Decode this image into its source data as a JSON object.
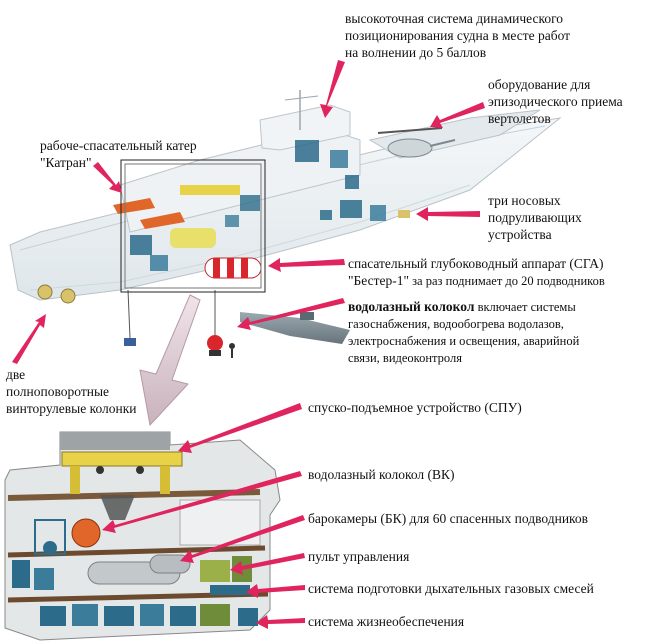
{
  "labels": {
    "dynamic_positioning": [
      "высокоточная система динамического",
      "позиционирования судна в месте работ",
      "на волнении до 5 баллов"
    ],
    "helicopter": [
      "оборудование для",
      "эпизодического приема",
      "вертолетов"
    ],
    "rescue_boat": [
      "рабоче-спасательный катер",
      "\"Катран\""
    ],
    "bow_thrusters": [
      "три носовых",
      "подруливающих",
      "устройства"
    ],
    "submersible_line1": "спасательный глубоководный аппарат (СГА)",
    "submersible_name": "\"Бестер-1\"",
    "submersible_rest": " за раз поднимает до 20 подводников",
    "diving_bell_title": "водолазный колокол",
    "diving_bell_rest": " включает системы",
    "diving_bell_lines": [
      "газоснабжения, водообогрева водолазов,",
      "электроснабжения и освещения, аварийной",
      "связи, видеоконтроля"
    ],
    "azimuth_thrusters": [
      "две",
      "полноповоротные",
      "винторулевые колонки"
    ],
    "launch_device": "спуско-подъемное устройство (СПУ)",
    "bell_vk": "водолазный колокол (ВК)",
    "pressure_chambers": "барокамеры (БК) для 60 спасенных подводников",
    "control_panel": "пульт управления",
    "gas_mix_system": "система подготовки дыхательных газовых смесей",
    "life_support": "система жизнеобеспечения"
  },
  "colors": {
    "arrow": "#e0245e",
    "big_arrow": "#d9c8cf",
    "hull": "#e9eef1",
    "hull_line": "#b9c3c9",
    "machinery": "#2c6b8a",
    "yellow": "#e8d24a",
    "orange": "#e0662a"
  }
}
